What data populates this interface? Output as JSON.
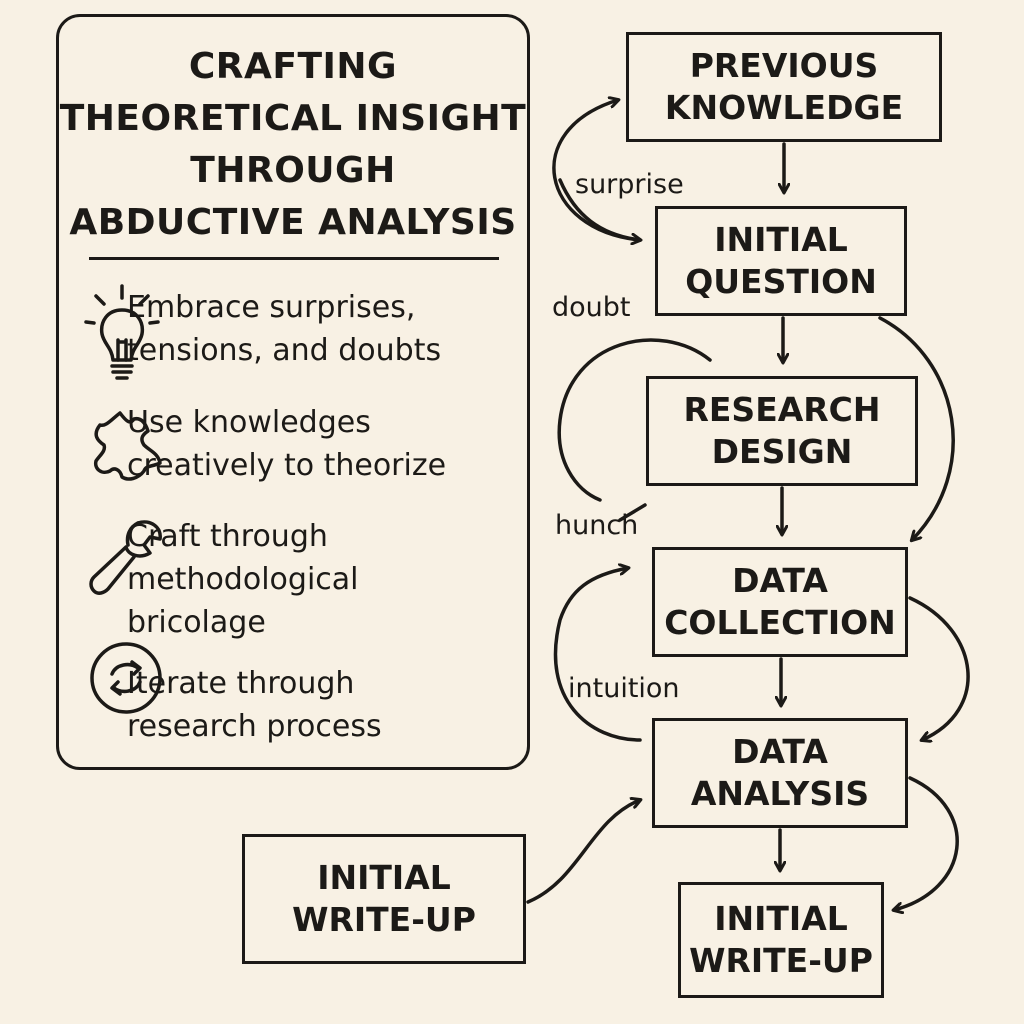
{
  "panel": {
    "title_lines": [
      "CRAFTING",
      "THEORETICAL INSIGHT",
      "THROUGH",
      "ABDUCTIVE ANALYSIS"
    ],
    "principles": [
      {
        "icon": "lightbulb-icon",
        "lines": [
          "Embrace surprises,",
          "tensions, and doubts"
        ]
      },
      {
        "icon": "puzzle-icon",
        "lines": [
          "Use knowledges",
          "creatively to theorize"
        ]
      },
      {
        "icon": "wrench-icon",
        "lines": [
          "Craft through",
          "methodological",
          "bricolage"
        ]
      },
      {
        "icon": "cycle-arrows-icon",
        "lines": [
          "Iterate through",
          "research process"
        ]
      }
    ]
  },
  "flow": {
    "steps": [
      {
        "lines": [
          "PREVIOUS",
          "KNOWLEDGE"
        ]
      },
      {
        "lines": [
          "INITIAL",
          "QUESTION"
        ]
      },
      {
        "lines": [
          "RESEARCH",
          "DESIGN"
        ]
      },
      {
        "lines": [
          "DATA",
          "COLLECTION"
        ]
      },
      {
        "lines": [
          "DATA",
          "ANALYSIS"
        ]
      },
      {
        "lines": [
          "INITIAL",
          "WRITE-UP"
        ]
      }
    ],
    "side_box": {
      "lines": [
        "INITIAL",
        "WRITE-UP"
      ]
    },
    "cues": {
      "surprise": "surprise",
      "doubt": "doubt",
      "hunch": "hunch",
      "intuition": "intuition"
    }
  }
}
